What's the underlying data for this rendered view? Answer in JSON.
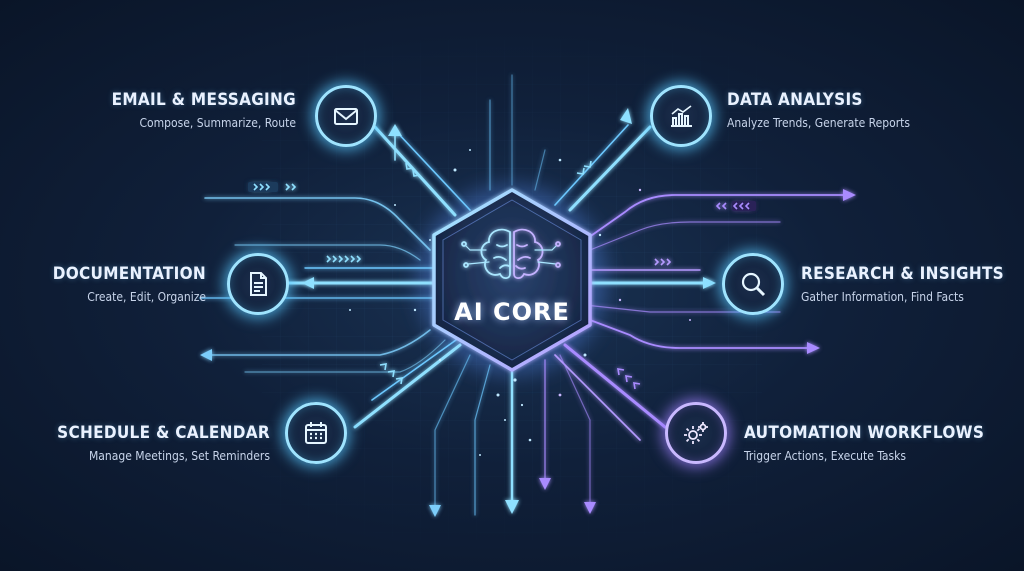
{
  "core": {
    "label": "AI CORE",
    "icon": "brain-circuit-icon"
  },
  "colors": {
    "blue": "#7fd6ff",
    "purple": "#a98bff",
    "background": "#10203a"
  },
  "nodes": [
    {
      "title": "EMAIL & MESSAGING",
      "subtitle": "Compose, Summarize, Route",
      "icon": "envelope-icon"
    },
    {
      "title": "DOCUMENTATION",
      "subtitle": "Create, Edit, Organize",
      "icon": "document-icon"
    },
    {
      "title": "SCHEDULE & CALENDAR",
      "subtitle": "Manage Meetings, Set Reminders",
      "icon": "calendar-icon"
    },
    {
      "title": "DATA ANALYSIS",
      "subtitle": "Analyze Trends, Generate Reports",
      "icon": "bar-chart-icon"
    },
    {
      "title": "RESEARCH & INSIGHTS",
      "subtitle": "Gather Information, Find Facts",
      "icon": "magnifier-icon"
    },
    {
      "title": "AUTOMATION WORKFLOWS",
      "subtitle": "Trigger Actions, Execute Tasks",
      "icon": "gears-icon"
    }
  ]
}
